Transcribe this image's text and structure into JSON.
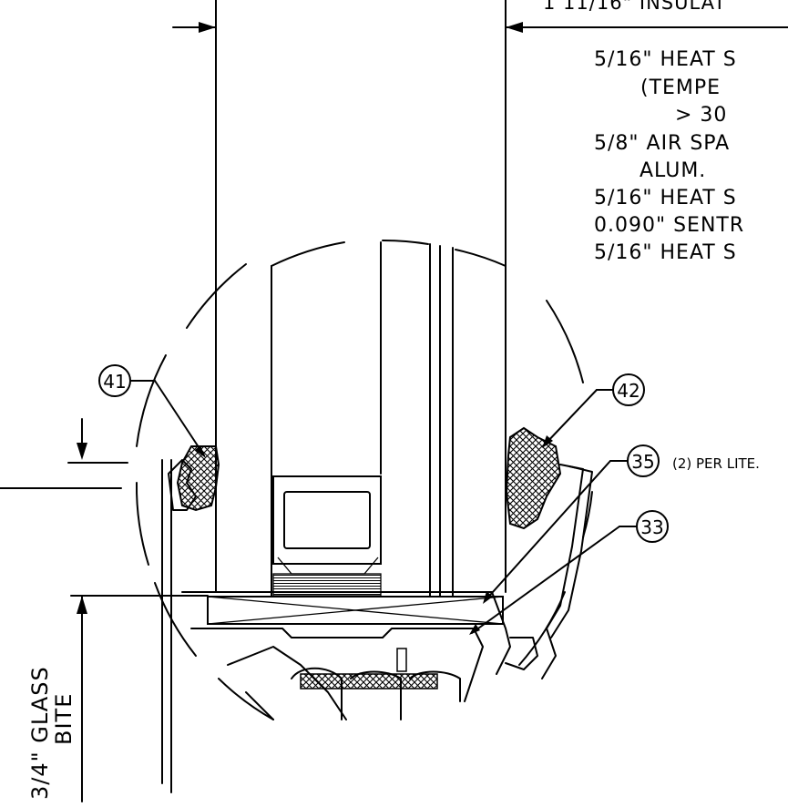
{
  "drawing": {
    "header_note": "1 11/16\" INSULAT",
    "spec_notes": [
      "5/16\" HEAT S",
      "(TEMPE",
      "> 30",
      "5/8\" AIR SPA",
      "ALUM.",
      "5/16\" HEAT S",
      "0.090\" SENTR",
      "5/16\" HEAT S"
    ],
    "callouts": {
      "c41": "41",
      "c42": "42",
      "c35": "35",
      "c35_note": "(2) PER LITE.",
      "c33": "33"
    },
    "glass_bite": {
      "line1": "3/4\" GLASS",
      "line2": "BITE"
    }
  }
}
